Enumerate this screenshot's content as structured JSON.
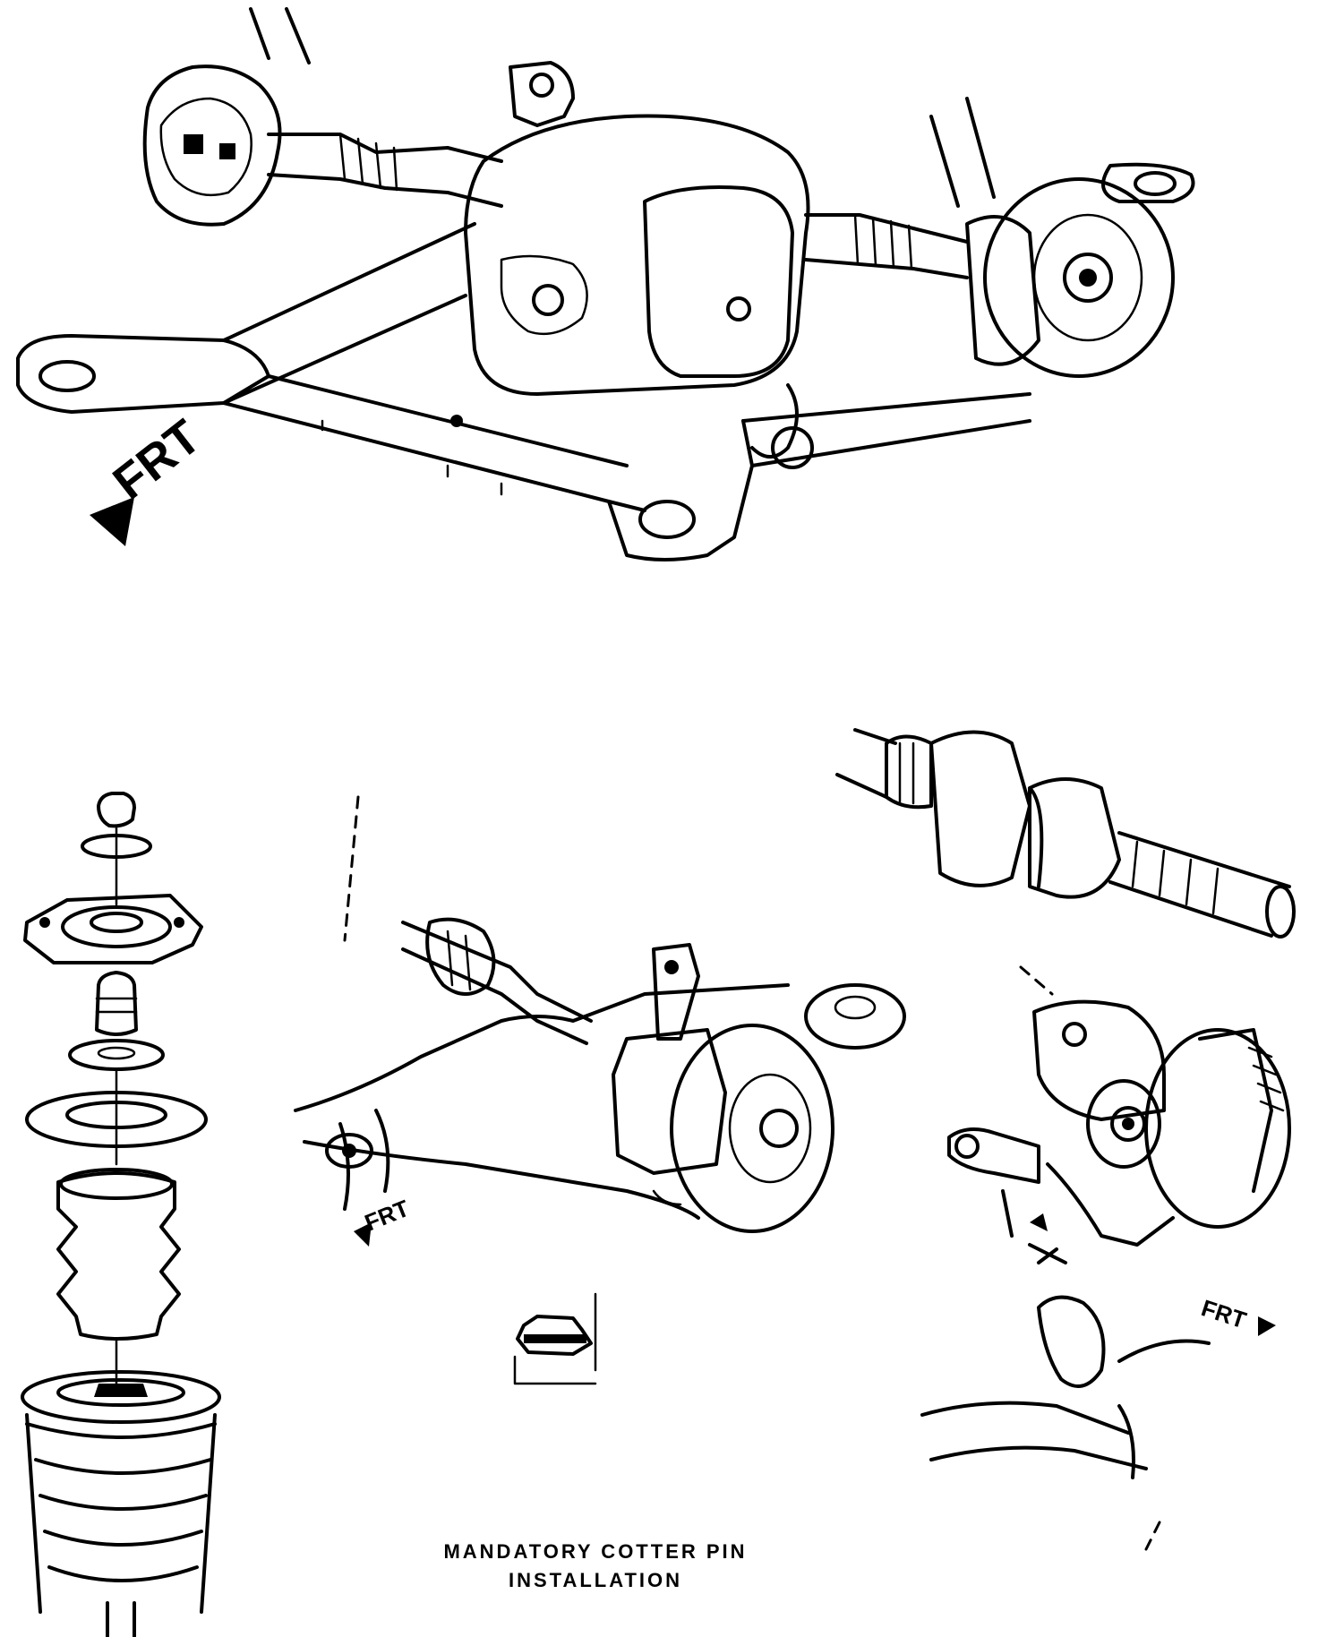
{
  "labels": {
    "front_top": "FRT",
    "front_mid": "FRT",
    "front_right": "FRT",
    "caption_line1": "MANDATORY COTTER PIN",
    "caption_line2": "INSTALLATION"
  }
}
